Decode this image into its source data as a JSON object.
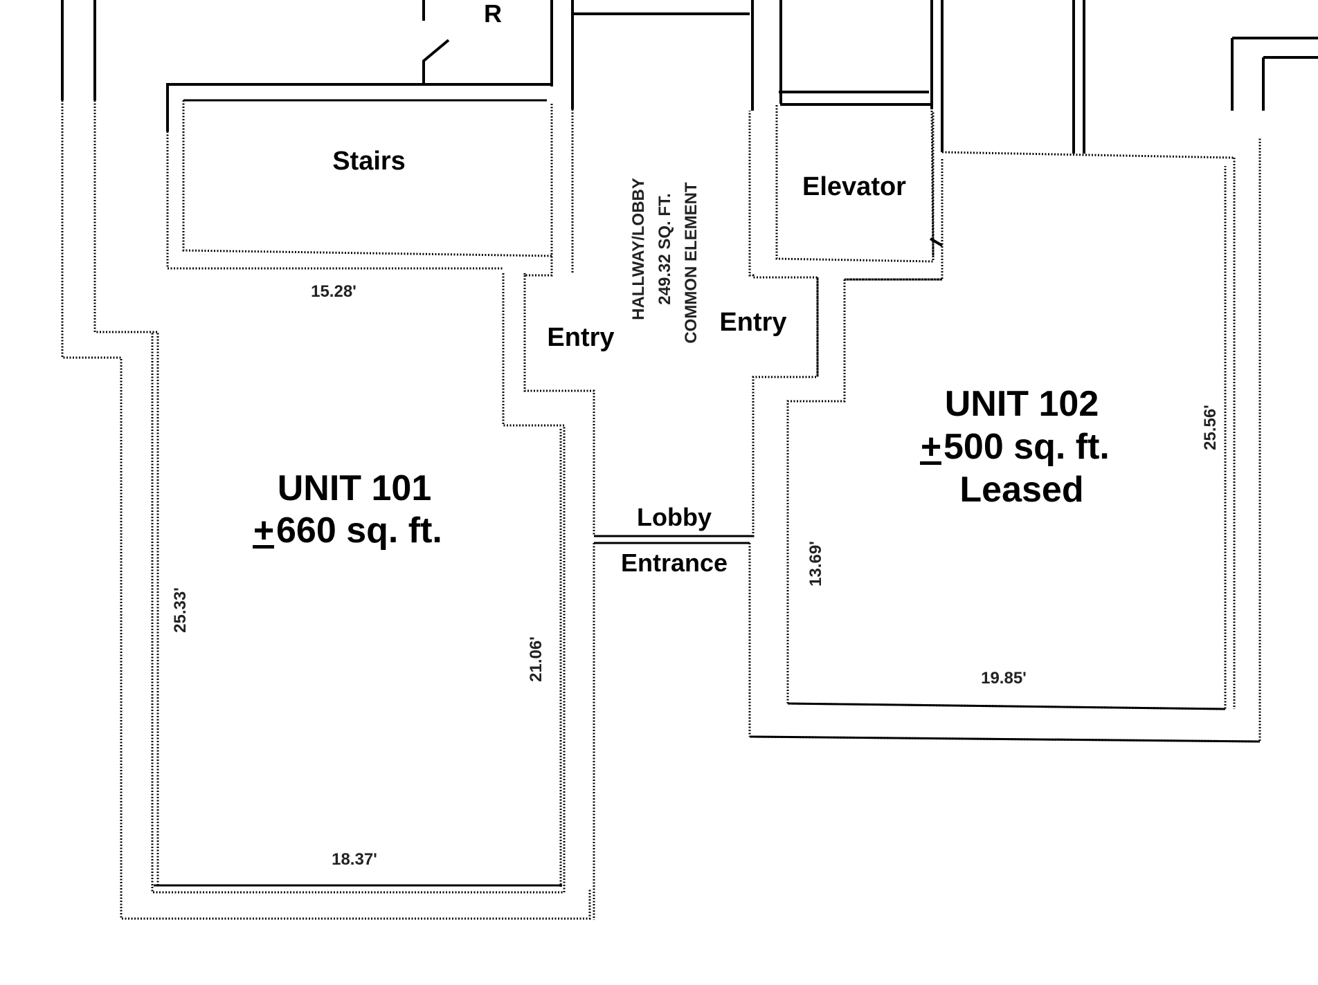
{
  "top_label": "R",
  "rooms": {
    "stairs": "Stairs",
    "elevator": "Elevator",
    "entry_left": "Entry",
    "entry_right": "Entry",
    "lobby": "Lobby",
    "entrance": "Entrance"
  },
  "hallway": {
    "line1": "HALLWAY/LOBBY",
    "line2": "249.32 SQ. FT.",
    "line3": "COMMON ELEMENT"
  },
  "unit101": {
    "name": "UNIT 101",
    "plusminus": "+",
    "area": "660 sq. ft."
  },
  "unit102": {
    "name": "UNIT 102",
    "plusminus": "+",
    "area": "500 sq. ft.",
    "status": "Leased"
  },
  "dimensions": {
    "d_1528": "15.28'",
    "d_2533": "25.33'",
    "d_2106": "21.06'",
    "d_1837": "18.37'",
    "d_1369": "13.69'",
    "d_1985": "19.85'",
    "d_2556": "25.56'"
  }
}
